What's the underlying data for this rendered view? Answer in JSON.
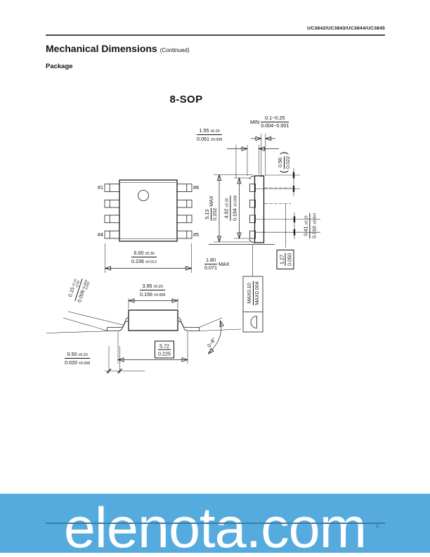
{
  "colors": {
    "banner_bg": "#55abdd",
    "banner_text": "#ffffff",
    "footer_rule": "#3a7ca9",
    "page_number_color": "#2e6e9e"
  },
  "header": {
    "doc_title": "UC3842/UC3843/UC3844/UC3845"
  },
  "section": {
    "title": "Mechanical Dimensions",
    "continued": "(Continued)",
    "subtitle": "Package"
  },
  "drawing": {
    "package_name": "8-SOP",
    "pins": {
      "p1": "#1",
      "p8": "#8",
      "p4": "#4",
      "p5": "#5"
    },
    "symbols": {
      "paren_open": "(",
      "paren_close": ")"
    },
    "dims": {
      "lead_length": {
        "mm": "1.55",
        "mm_tol": "±0.20",
        "inch": "0.061",
        "inch_tol": "±0.008"
      },
      "standoff_min": {
        "prefix": "MIN",
        "mm": "0.1~0.25",
        "inch": "0.004~0.001"
      },
      "lead_thickness": {
        "mm": "0.56",
        "inch": "0.022"
      },
      "body_width_max": {
        "mm": "5.13",
        "inch": "0.202",
        "suffix": "MAX"
      },
      "body_width": {
        "mm": "4.92",
        "mm_tol": "±0.20",
        "inch": "0.194",
        "inch_tol": "±0.008"
      },
      "overall_width": {
        "mm": "6.00",
        "mm_tol": "±0.30",
        "inch": "0.236",
        "inch_tol": "±0.012"
      },
      "height_max": {
        "mm": "1.80",
        "inch": "0.071",
        "suffix": "MAX"
      },
      "lead_width": {
        "mm": "0.41",
        "mm_tol": "±0.10",
        "inch": "0.016",
        "inch_tol": "±0.004"
      },
      "lead_pitch": {
        "mm": "1.27",
        "inch": "0.050"
      },
      "standoff": {
        "mm": "0.15",
        "mm_tol_plus": "+0.10",
        "mm_tol_minus": "-0.05",
        "inch": "0.006",
        "inch_tol_plus": "+0.004",
        "inch_tol_minus": "-0.002"
      },
      "body_depth": {
        "mm": "3.95",
        "mm_tol": "±0.20",
        "inch": "0.156",
        "inch_tol": "±0.008"
      },
      "lead_span": {
        "mm": "5.72",
        "inch": "0.225"
      },
      "foot_length": {
        "mm": "0.50",
        "mm_tol": "±0.20",
        "inch": "0.020",
        "inch_tol": "±0.008"
      },
      "lead_angle": "0~8°",
      "coplanarity": {
        "mm": "MAX0.10",
        "inch": "MAX0.004"
      }
    }
  },
  "footer": {
    "page_number": "9"
  },
  "banner": {
    "text": "elenota.com"
  }
}
